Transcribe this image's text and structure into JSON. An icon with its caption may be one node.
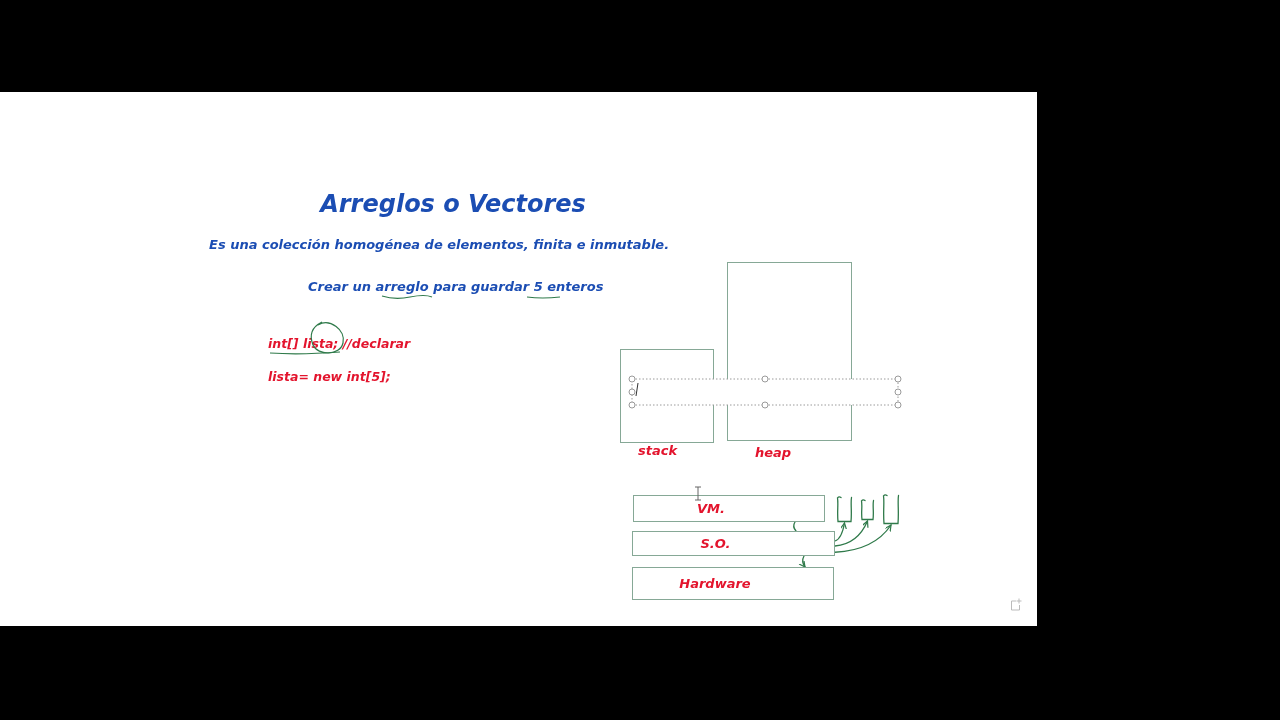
{
  "diagram": {
    "title": "Arreglos o Vectores",
    "nodes": [
      {
        "text": [
          "stack"
        ]
      },
      {
        "text": [
          "heap"
        ]
      },
      {
        "text": [
          "VM."
        ]
      },
      {
        "text": [],
        "shape": "box"
      },
      {
        "text": [],
        "shape": "box"
      },
      {
        "text": [],
        "shape": "box"
      },
      {
        "text": [
          "S.O."
        ]
      },
      {
        "text": [
          "Hardware"
        ]
      }
    ],
    "edges": [
      {
        "from": 2,
        "to": 6,
        "arrow": "none"
      },
      {
        "from": 6,
        "to": 7,
        "arrow": "to"
      },
      {
        "from": 6,
        "to": 3,
        "arrow": "to"
      },
      {
        "from": 6,
        "to": 4,
        "arrow": "to"
      },
      {
        "from": 6,
        "to": 5,
        "arrow": "to"
      }
    ],
    "labels": [
      "Es una colección homogénea de elementos, finita e inmutable.",
      "Crear un arreglo para guardar 5 enteros",
      "int[] lista; //declarar",
      "lista= new int[5];"
    ]
  }
}
